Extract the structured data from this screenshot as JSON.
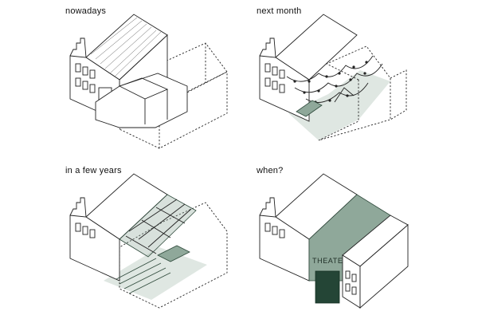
{
  "panels": [
    {
      "label": "nowadays"
    },
    {
      "label": "next month"
    },
    {
      "label": "in a few years"
    },
    {
      "label": "when?"
    }
  ],
  "signage": {
    "theater": "THEATER"
  },
  "colors": {
    "accent_green": "#8fa89a",
    "dark_green": "#244536",
    "ground_tint": "#dfe7e2",
    "line": "#222222"
  }
}
